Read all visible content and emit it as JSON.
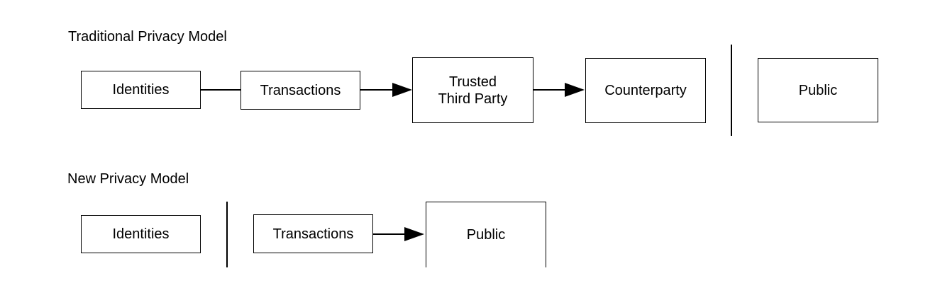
{
  "canvas": {
    "background_color": "#ffffff",
    "line_color": "#000000",
    "text_color": "#000000"
  },
  "traditional_model": {
    "title": "Traditional Privacy Model",
    "identities_label": "Identities",
    "transactions_label": "Transactions",
    "trusted_third_party_label": "Trusted\nThird Party",
    "counterparty_label": "Counterparty",
    "public_label": "Public"
  },
  "new_model": {
    "title": "New Privacy Model",
    "identities_label": "Identities",
    "transactions_label": "Transactions",
    "public_label": "Public"
  }
}
